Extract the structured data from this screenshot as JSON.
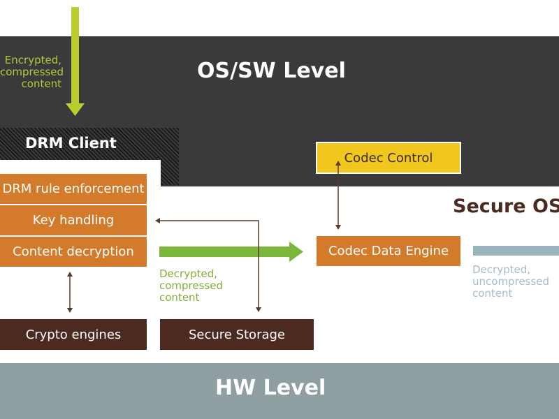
{
  "os_level": {
    "title": "OS/SW Level"
  },
  "hw_level": {
    "title": "HW Level"
  },
  "drm_client": {
    "title": "DRM Client",
    "modules": [
      "DRM rule enforcement",
      "Key handling",
      "Content decryption"
    ]
  },
  "secure_os": {
    "title": "Secure OS"
  },
  "hardware": {
    "crypto": "Crypto engines",
    "storage": "Secure Storage"
  },
  "codec": {
    "control": "Codec Control",
    "engine": "Codec Data Engine"
  },
  "labels": {
    "encrypted": [
      "Encrypted,",
      "compressed",
      "content"
    ],
    "decrypted_compressed": [
      "Decrypted,",
      "compressed",
      "content"
    ],
    "decrypted_uncompressed": [
      "Decrypted,",
      "uncompressed",
      "content"
    ]
  },
  "colors": {
    "os_band": "#3a3a3d",
    "hw_band": "#8f9ea1",
    "orange_box": "#d47a2b",
    "brown_box": "#4d2a20",
    "yellow_box": "#f1c61d",
    "lime_arrow": "#bccd2e",
    "green_arrow": "#7ab73a",
    "blue_bar": "#9bb3bd"
  }
}
